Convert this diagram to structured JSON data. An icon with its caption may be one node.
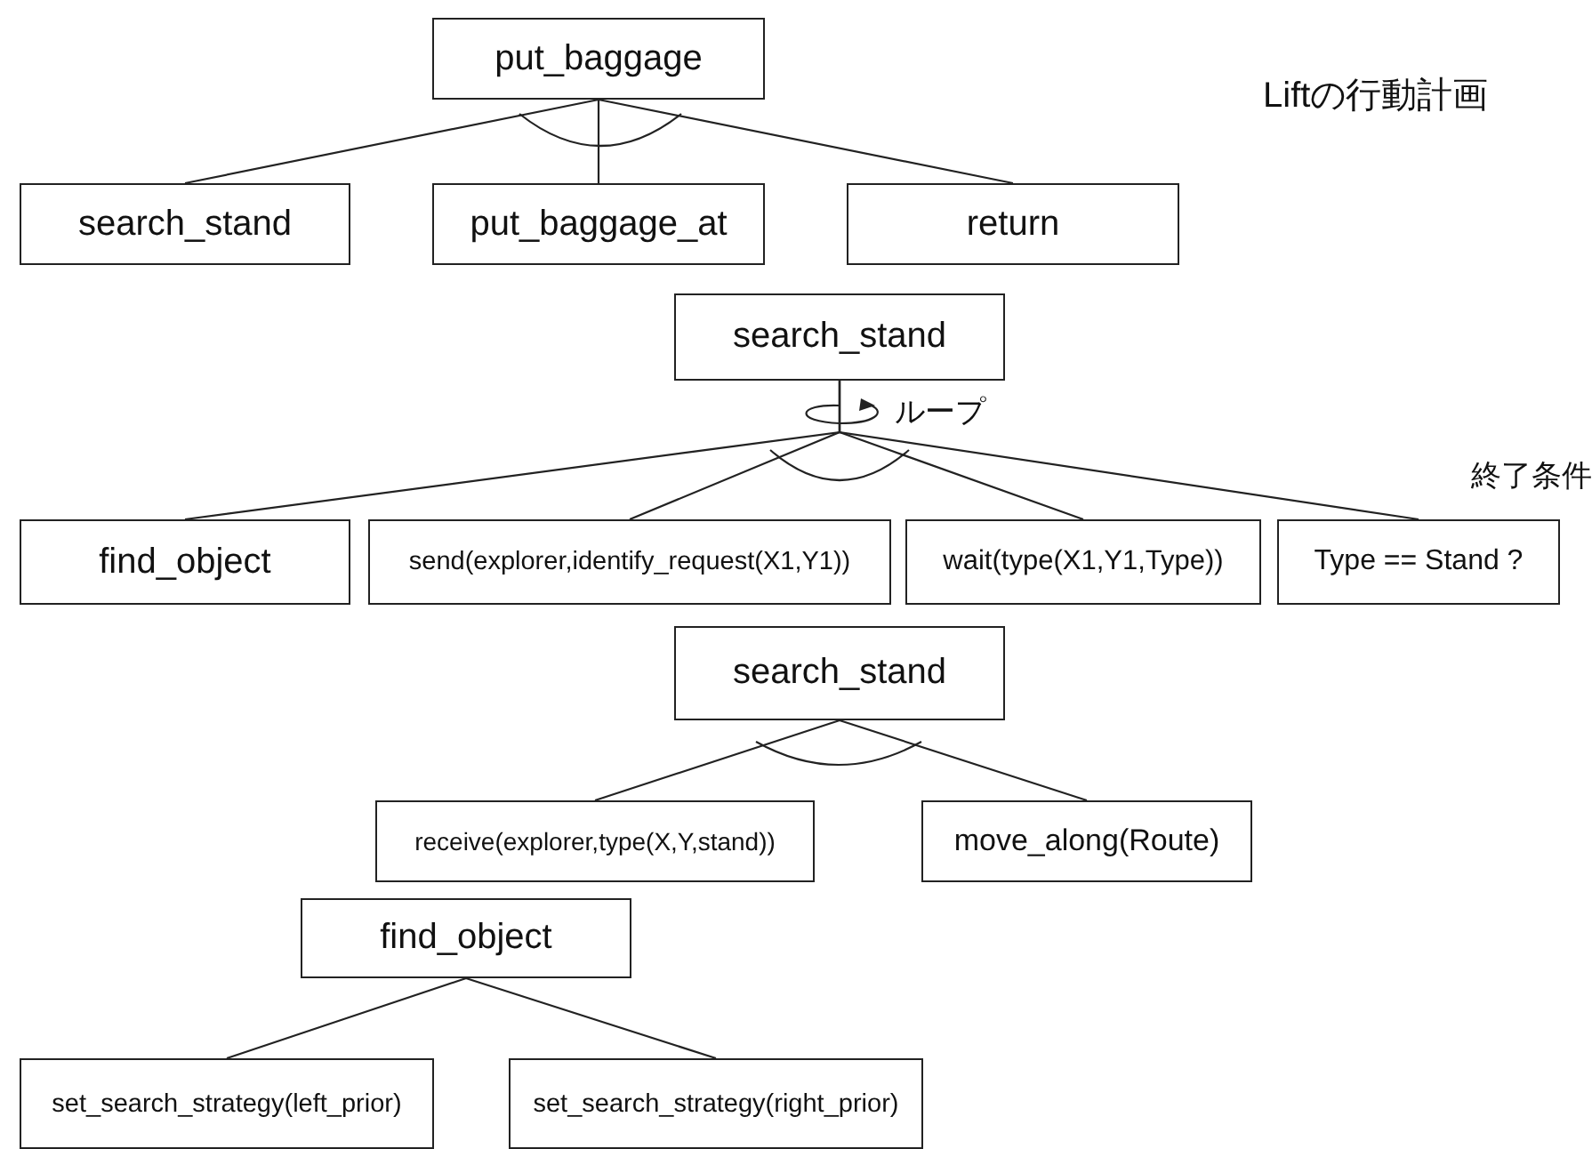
{
  "diagram": {
    "title": "Liftの行動計画",
    "nodes": [
      {
        "text": [
          "put_baggage"
        ]
      },
      {
        "text": [
          "search_stand"
        ]
      },
      {
        "text": [
          "put_baggage_at"
        ]
      },
      {
        "text": [
          "return"
        ]
      },
      {
        "text": [
          "search_stand"
        ]
      },
      {
        "text": [
          "find_object"
        ]
      },
      {
        "text": [
          "send(explorer,identify_request(X1,Y1))"
        ]
      },
      {
        "text": [
          "wait(type(X1,Y1,Type))"
        ]
      },
      {
        "text": [
          "Type == Stand ?"
        ],
        "beside": [
          "終了条件"
        ]
      },
      {
        "text": [
          "search_stand"
        ]
      },
      {
        "text": [
          "receive(explorer,type(X,Y,stand))"
        ]
      },
      {
        "text": [
          "move_along(Route)"
        ]
      },
      {
        "text": [
          "find_object"
        ]
      },
      {
        "text": [
          "set_search_strategy(left_prior)"
        ]
      },
      {
        "text": [
          "set_search_strategy(right_prior)"
        ]
      }
    ],
    "edges": [
      {
        "from": 0,
        "to": 1,
        "arrow": "none"
      },
      {
        "from": 0,
        "to": 2,
        "arrow": "none"
      },
      {
        "from": 0,
        "to": 3,
        "arrow": "none"
      },
      {
        "from": 4,
        "to": 5,
        "arrow": "none"
      },
      {
        "from": 4,
        "to": 6,
        "arrow": "none"
      },
      {
        "from": 4,
        "to": 7,
        "arrow": "none"
      },
      {
        "from": 4,
        "to": 8,
        "arrow": "none"
      },
      {
        "from": 9,
        "to": 10,
        "arrow": "none"
      },
      {
        "from": 9,
        "to": 11,
        "arrow": "none"
      },
      {
        "from": 12,
        "to": 13,
        "arrow": "none"
      },
      {
        "from": 12,
        "to": 14,
        "arrow": "none"
      }
    ],
    "labels": [
      "ループ"
    ]
  }
}
